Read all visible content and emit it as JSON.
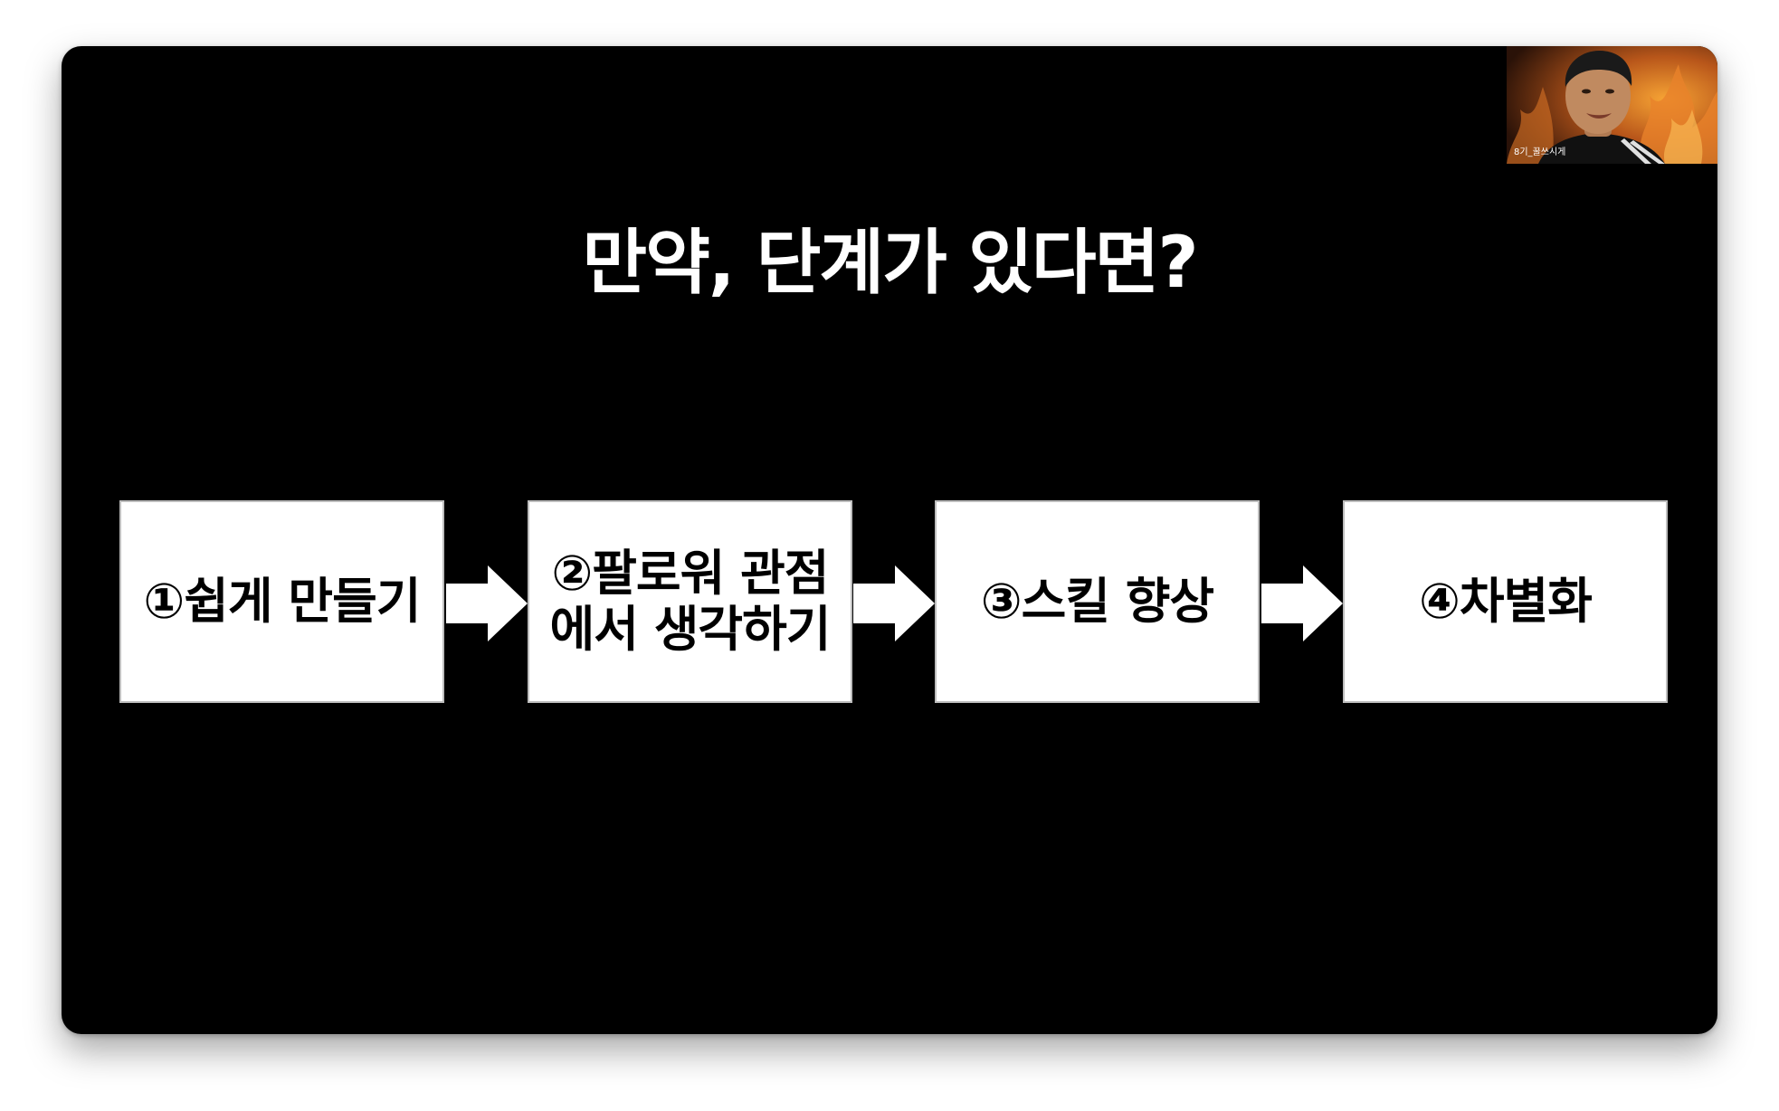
{
  "slide": {
    "title": "만약, 단계가 있다면?",
    "steps": [
      {
        "lines": [
          "①쉽게 만들기"
        ]
      },
      {
        "lines": [
          "②팔로워 관점",
          "에서 생각하기"
        ]
      },
      {
        "lines": [
          "③스킬 향상"
        ]
      },
      {
        "lines": [
          "④차별화"
        ]
      }
    ]
  },
  "video": {
    "participant_name": "8기_꿀쓰시게"
  },
  "colors": {
    "background": "#000000",
    "box_fill": "#ffffff",
    "arrow_fill": "#ffffff",
    "text_on_box": "#000000",
    "title_text": "#ffffff"
  }
}
